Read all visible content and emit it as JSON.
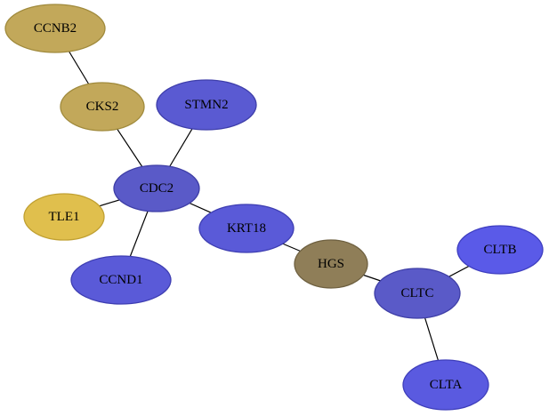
{
  "nodes": [
    {
      "id": "CCNB2",
      "label": "CCNB2",
      "color": "#c2a85a",
      "stroke": "#a08a3c"
    },
    {
      "id": "CKS2",
      "label": "CKS2",
      "color": "#c2a85a",
      "stroke": "#a08a3c"
    },
    {
      "id": "STMN2",
      "label": "STMN2",
      "color": "#5a5ad2",
      "stroke": "#3e3eaa"
    },
    {
      "id": "CDC2",
      "label": "CDC2",
      "color": "#5a5ac8",
      "stroke": "#3e3ea6"
    },
    {
      "id": "TLE1",
      "label": "TLE1",
      "color": "#e0bf4d",
      "stroke": "#c0a032"
    },
    {
      "id": "KRT18",
      "label": "KRT18",
      "color": "#5a5ad8",
      "stroke": "#3e3eb2"
    },
    {
      "id": "CCND1",
      "label": "CCND1",
      "color": "#5a5ad8",
      "stroke": "#3e3eb2"
    },
    {
      "id": "HGS",
      "label": "HGS",
      "color": "#8f7e58",
      "stroke": "#6e6040"
    },
    {
      "id": "CLTB",
      "label": "CLTB",
      "color": "#5a5ae8",
      "stroke": "#3e3ec0"
    },
    {
      "id": "CLTC",
      "label": "CLTC",
      "color": "#5a5ac8",
      "stroke": "#3e3ea6"
    },
    {
      "id": "CLTA",
      "label": "CLTA",
      "color": "#5a5ae0",
      "stroke": "#3e3eba"
    }
  ],
  "edges": [
    {
      "source": "CCNB2",
      "target": "CKS2"
    },
    {
      "source": "CKS2",
      "target": "CDC2"
    },
    {
      "source": "STMN2",
      "target": "CDC2"
    },
    {
      "source": "CDC2",
      "target": "TLE1"
    },
    {
      "source": "CDC2",
      "target": "CCND1"
    },
    {
      "source": "CDC2",
      "target": "KRT18"
    },
    {
      "source": "KRT18",
      "target": "HGS"
    },
    {
      "source": "HGS",
      "target": "CLTC"
    },
    {
      "source": "CLTC",
      "target": "CLTB"
    },
    {
      "source": "CLTC",
      "target": "CLTA"
    }
  ]
}
